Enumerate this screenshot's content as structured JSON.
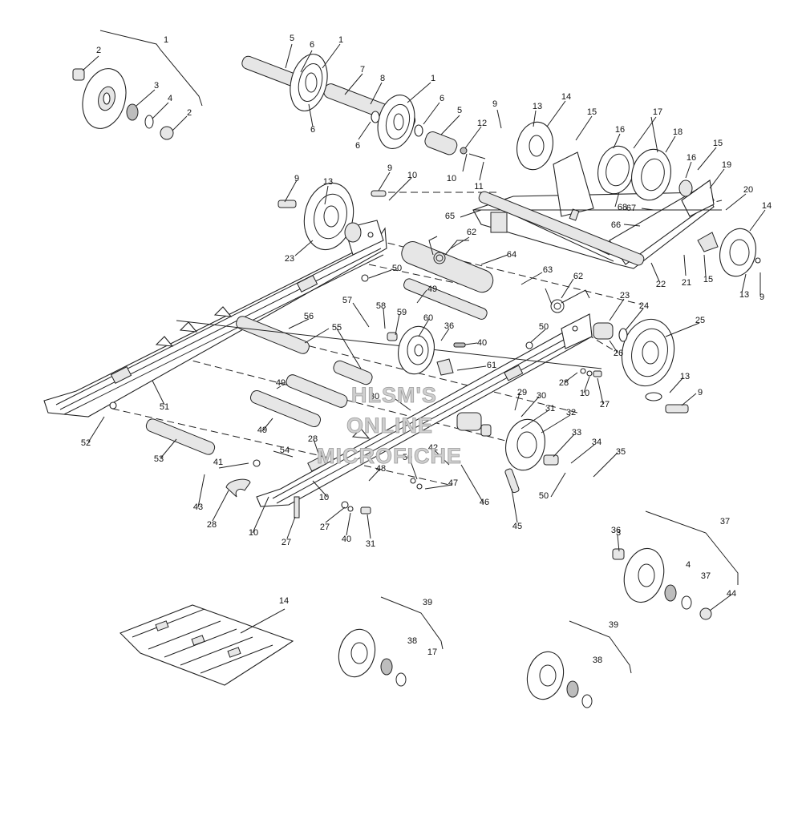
{
  "watermark": [
    "HLSM'S",
    "ONLINE",
    "MICROFICHE"
  ],
  "labels": [
    "1",
    "2",
    "3",
    "4",
    "2",
    "5",
    "6",
    "1",
    "7",
    "8",
    "6",
    "1",
    "6",
    "5",
    "6",
    "12",
    "10",
    "11",
    "9",
    "13",
    "14",
    "15",
    "17",
    "16",
    "18",
    "15",
    "16",
    "19",
    "20",
    "14",
    "13",
    "9",
    "15",
    "21",
    "22",
    "66",
    "67",
    "68",
    "65",
    "9",
    "13",
    "9",
    "10",
    "23",
    "50",
    "62",
    "64",
    "63",
    "62",
    "49",
    "57",
    "58",
    "59",
    "60",
    "36",
    "40",
    "56",
    "55",
    "23",
    "24",
    "25",
    "50",
    "26",
    "13",
    "9",
    "28",
    "10",
    "27",
    "61",
    "51",
    "49",
    "29",
    "30",
    "30",
    "31",
    "32",
    "33",
    "34",
    "35",
    "50",
    "52",
    "49",
    "53",
    "54",
    "41",
    "28",
    "42",
    "50",
    "48",
    "47",
    "46",
    "45",
    "43",
    "28",
    "10",
    "27",
    "10",
    "27",
    "40",
    "31",
    "36",
    "37",
    "3",
    "4",
    "37",
    "44",
    "14",
    "39",
    "38",
    "17",
    "39",
    "38"
  ]
}
